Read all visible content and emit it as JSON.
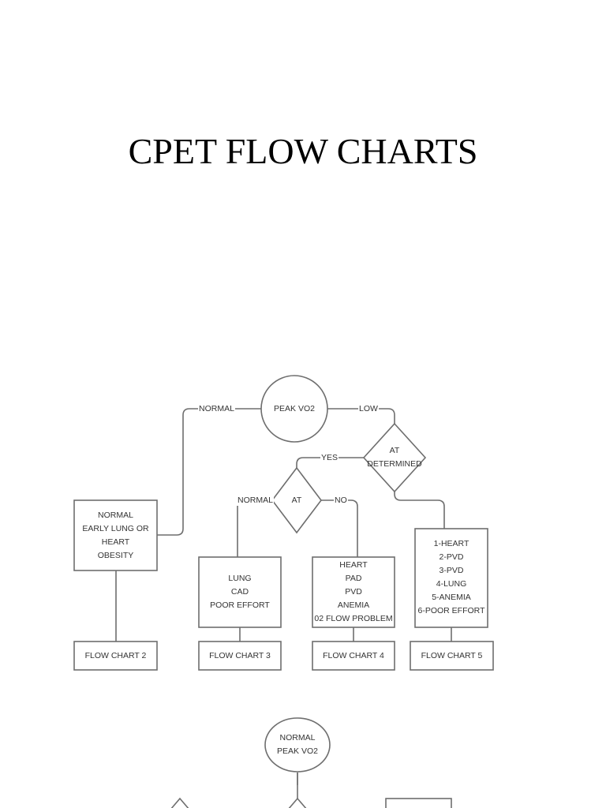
{
  "title": "CPET FLOW CHARTS",
  "top_chart": {
    "start": "PEAK VO2",
    "edge_normal": "NORMAL",
    "edge_low": "LOW",
    "at_determined": [
      "AT",
      "DETERMINED"
    ],
    "edge_yes": "YES",
    "at": "AT",
    "edge_at_normal": "NORMAL",
    "edge_no": "NO",
    "normal_box": [
      "NORMAL",
      "EARLY LUNG OR",
      "HEART",
      "OBESITY"
    ],
    "lung_box": [
      "LUNG",
      "CAD",
      "POOR EFFORT"
    ],
    "heart_box": [
      "HEART",
      "PAD",
      "PVD",
      "ANEMIA",
      "02 FLOW PROBLEM"
    ],
    "list_box": [
      "1-HEART",
      "2-PVD",
      "3-PVD",
      "4-LUNG",
      "5-ANEMIA",
      "6-POOR EFFORT"
    ],
    "flow_chart_2": "FLOW CHART 2",
    "flow_chart_3": "FLOW CHART 3",
    "flow_chart_4": "FLOW CHART 4",
    "flow_chart_5": "FLOW CHART 5"
  },
  "bottom_chart": {
    "start": [
      "NORMAL",
      "PEAK VO2"
    ]
  }
}
